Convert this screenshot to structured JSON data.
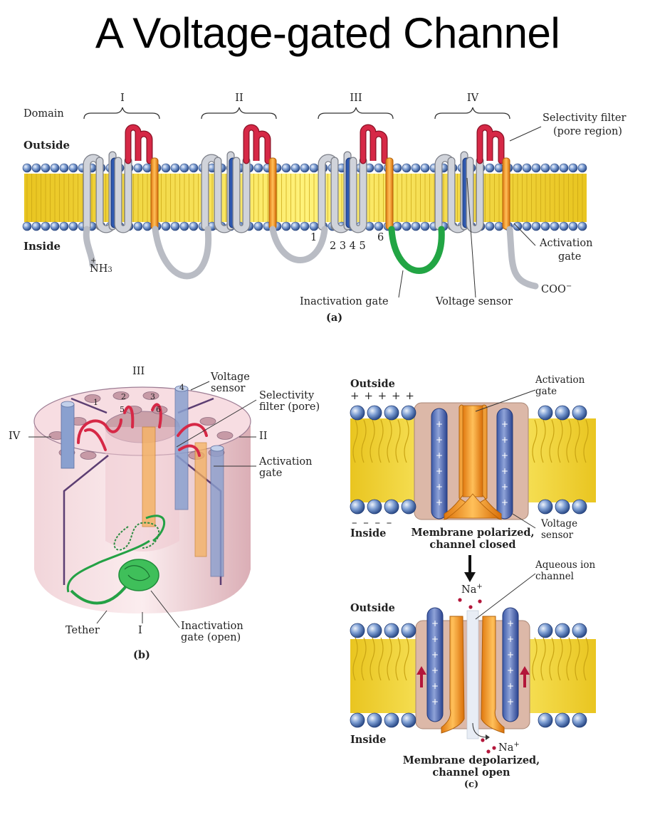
{
  "title": "A Voltage-gated Channel",
  "panel_a": {
    "domain_label": "Domain",
    "domains": [
      "I",
      "II",
      "III",
      "IV"
    ],
    "outside": "Outside",
    "inside": "Inside",
    "nh3": "NH",
    "nh3_sub": "3",
    "nh3_plus": "+",
    "segments": [
      "1",
      "2 3 4 5",
      "6"
    ],
    "selectivity_filter": "Selectivity filter",
    "pore_region": "(pore region)",
    "activation_gate_1": "Activation",
    "activation_gate_2": "gate",
    "coo": "COO",
    "coo_sup": "−",
    "inactivation_gate": "Inactivation gate",
    "voltage_sensor": "Voltage sensor",
    "caption": "(a)"
  },
  "panel_b": {
    "domain_top": "III",
    "domain_left": "IV",
    "domain_right": "II",
    "domain_bottom": "I",
    "helix_numbers": [
      "1",
      "2",
      "3",
      "4",
      "5",
      "6"
    ],
    "voltage_sensor_1": "Voltage",
    "voltage_sensor_2": "sensor",
    "selectivity_1": "Selectivity",
    "selectivity_2": "filter (pore)",
    "activation_1": "Activation",
    "activation_2": "gate",
    "tether": "Tether",
    "inactivation_1": "Inactivation",
    "inactivation_2": "gate (open)",
    "caption": "(b)"
  },
  "panel_c": {
    "outside": "Outside",
    "plus_row": "+ + + + +",
    "activation_1": "Activation",
    "activation_2": "gate",
    "inside": "Inside",
    "minus_row": "– – – –",
    "state_closed_1": "Membrane polarized,",
    "state_closed_2": "channel closed",
    "voltage_1": "Voltage",
    "voltage_2": "sensor",
    "aqueous_1": "Aqueous ion",
    "aqueous_2": "channel",
    "ion": "Na",
    "ion_sup": "+",
    "outside2": "Outside",
    "inside2": "Inside",
    "state_open_1": "Membrane depolarized,",
    "state_open_2": "channel open",
    "caption": "(c)"
  },
  "colors": {
    "lipid_head": "#5f85c4",
    "lipid_tail": "#f3dd3c",
    "helix_grey": "#c9ccd3",
    "helix_blue": "#2e58b0",
    "helix_orange": "#f28c1c",
    "pore_red": "#d62846",
    "inactivation_green": "#22a544",
    "protein_tan": "#dcb8a8"
  }
}
